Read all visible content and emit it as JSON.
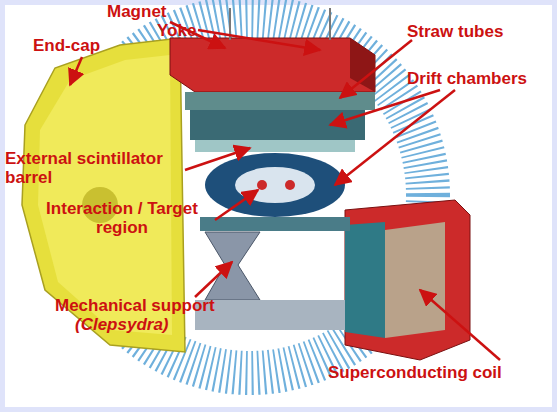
{
  "diagram": {
    "labels": [
      "Magnet",
      "Yoke",
      "End-cap",
      "Straw tubes",
      "Drift chambers",
      "External scintillator barrel",
      "Interaction / Target region",
      "Mechanical support",
      "(Clepsydra)",
      "Superconducting coil"
    ]
  }
}
